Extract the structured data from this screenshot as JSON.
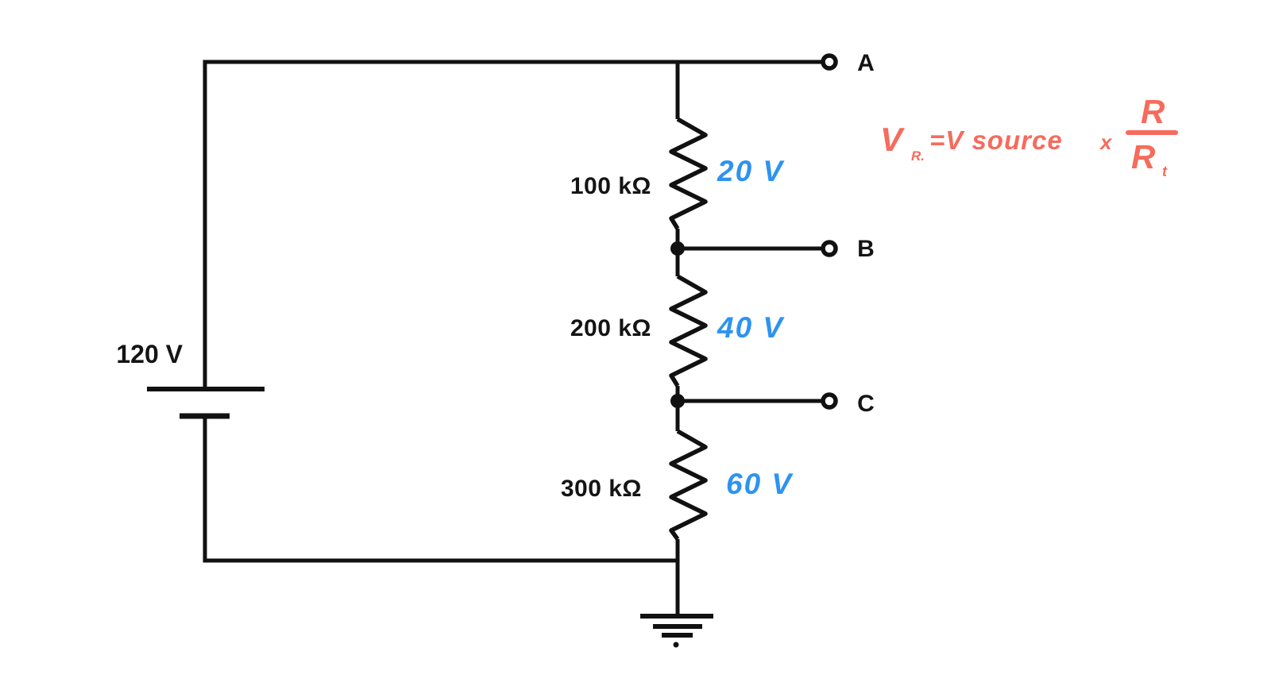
{
  "circuit": {
    "source": {
      "label": "120 V"
    },
    "resistors": [
      {
        "label": "100 kΩ",
        "voltage": "20 V"
      },
      {
        "label": "200 kΩ",
        "voltage": "40 V"
      },
      {
        "label": "300 kΩ",
        "voltage": "60 V"
      }
    ],
    "terminals": [
      {
        "label": "A"
      },
      {
        "label": "B"
      },
      {
        "label": "C"
      }
    ],
    "formula": {
      "lhs_base": "V",
      "lhs_sub": "R.",
      "rhs_text": "=V source",
      "times": "x",
      "numerator": "R",
      "denominator_base": "R",
      "denominator_sub": "t"
    },
    "colors": {
      "wire": "#111111",
      "voltage_annotation": "#2e93f0",
      "formula": "#f66b5c"
    }
  }
}
